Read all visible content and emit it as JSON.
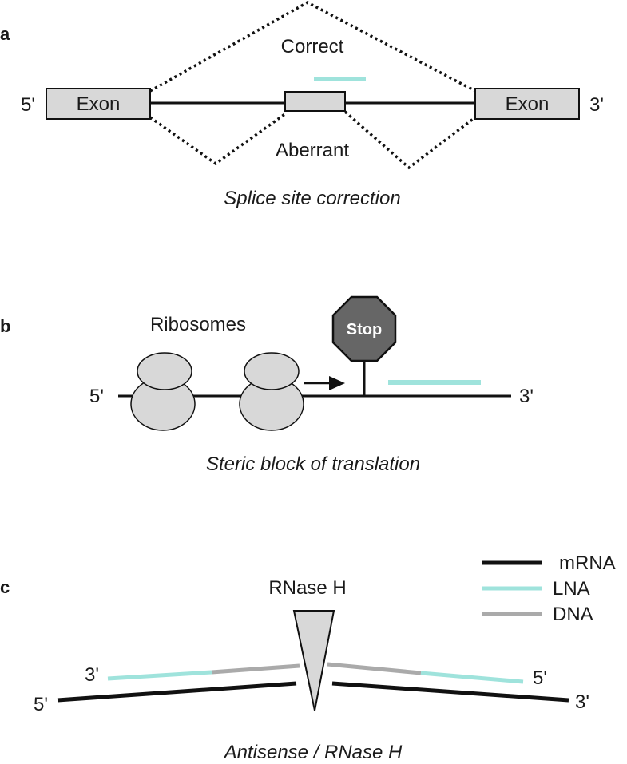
{
  "colors": {
    "mrna": "#111111",
    "lna": "#9fe3dc",
    "dna": "#aaaaaa",
    "box_fill": "#d8d8d8",
    "stop_fill": "#666666"
  },
  "panel_a": {
    "label": "a",
    "five_prime": "5'",
    "three_prime": "3'",
    "exon_left": "Exon",
    "exon_right": "Exon",
    "correct": "Correct",
    "aberrant": "Aberrant",
    "caption": "Splice site correction"
  },
  "panel_b": {
    "label": "b",
    "ribosomes": "Ribosomes",
    "stop": "Stop",
    "five_prime": "5'",
    "three_prime": "3'",
    "caption": "Steric block of translation"
  },
  "panel_c": {
    "label": "c",
    "rnase": "RNase H",
    "legend": {
      "mrna": "mRNA",
      "lna": "LNA",
      "dna": "DNA"
    },
    "left_top_end": "3'",
    "left_bottom_end": "5'",
    "right_top_end": "5'",
    "right_bottom_end": "3'",
    "caption": "Antisense / RNase H"
  }
}
